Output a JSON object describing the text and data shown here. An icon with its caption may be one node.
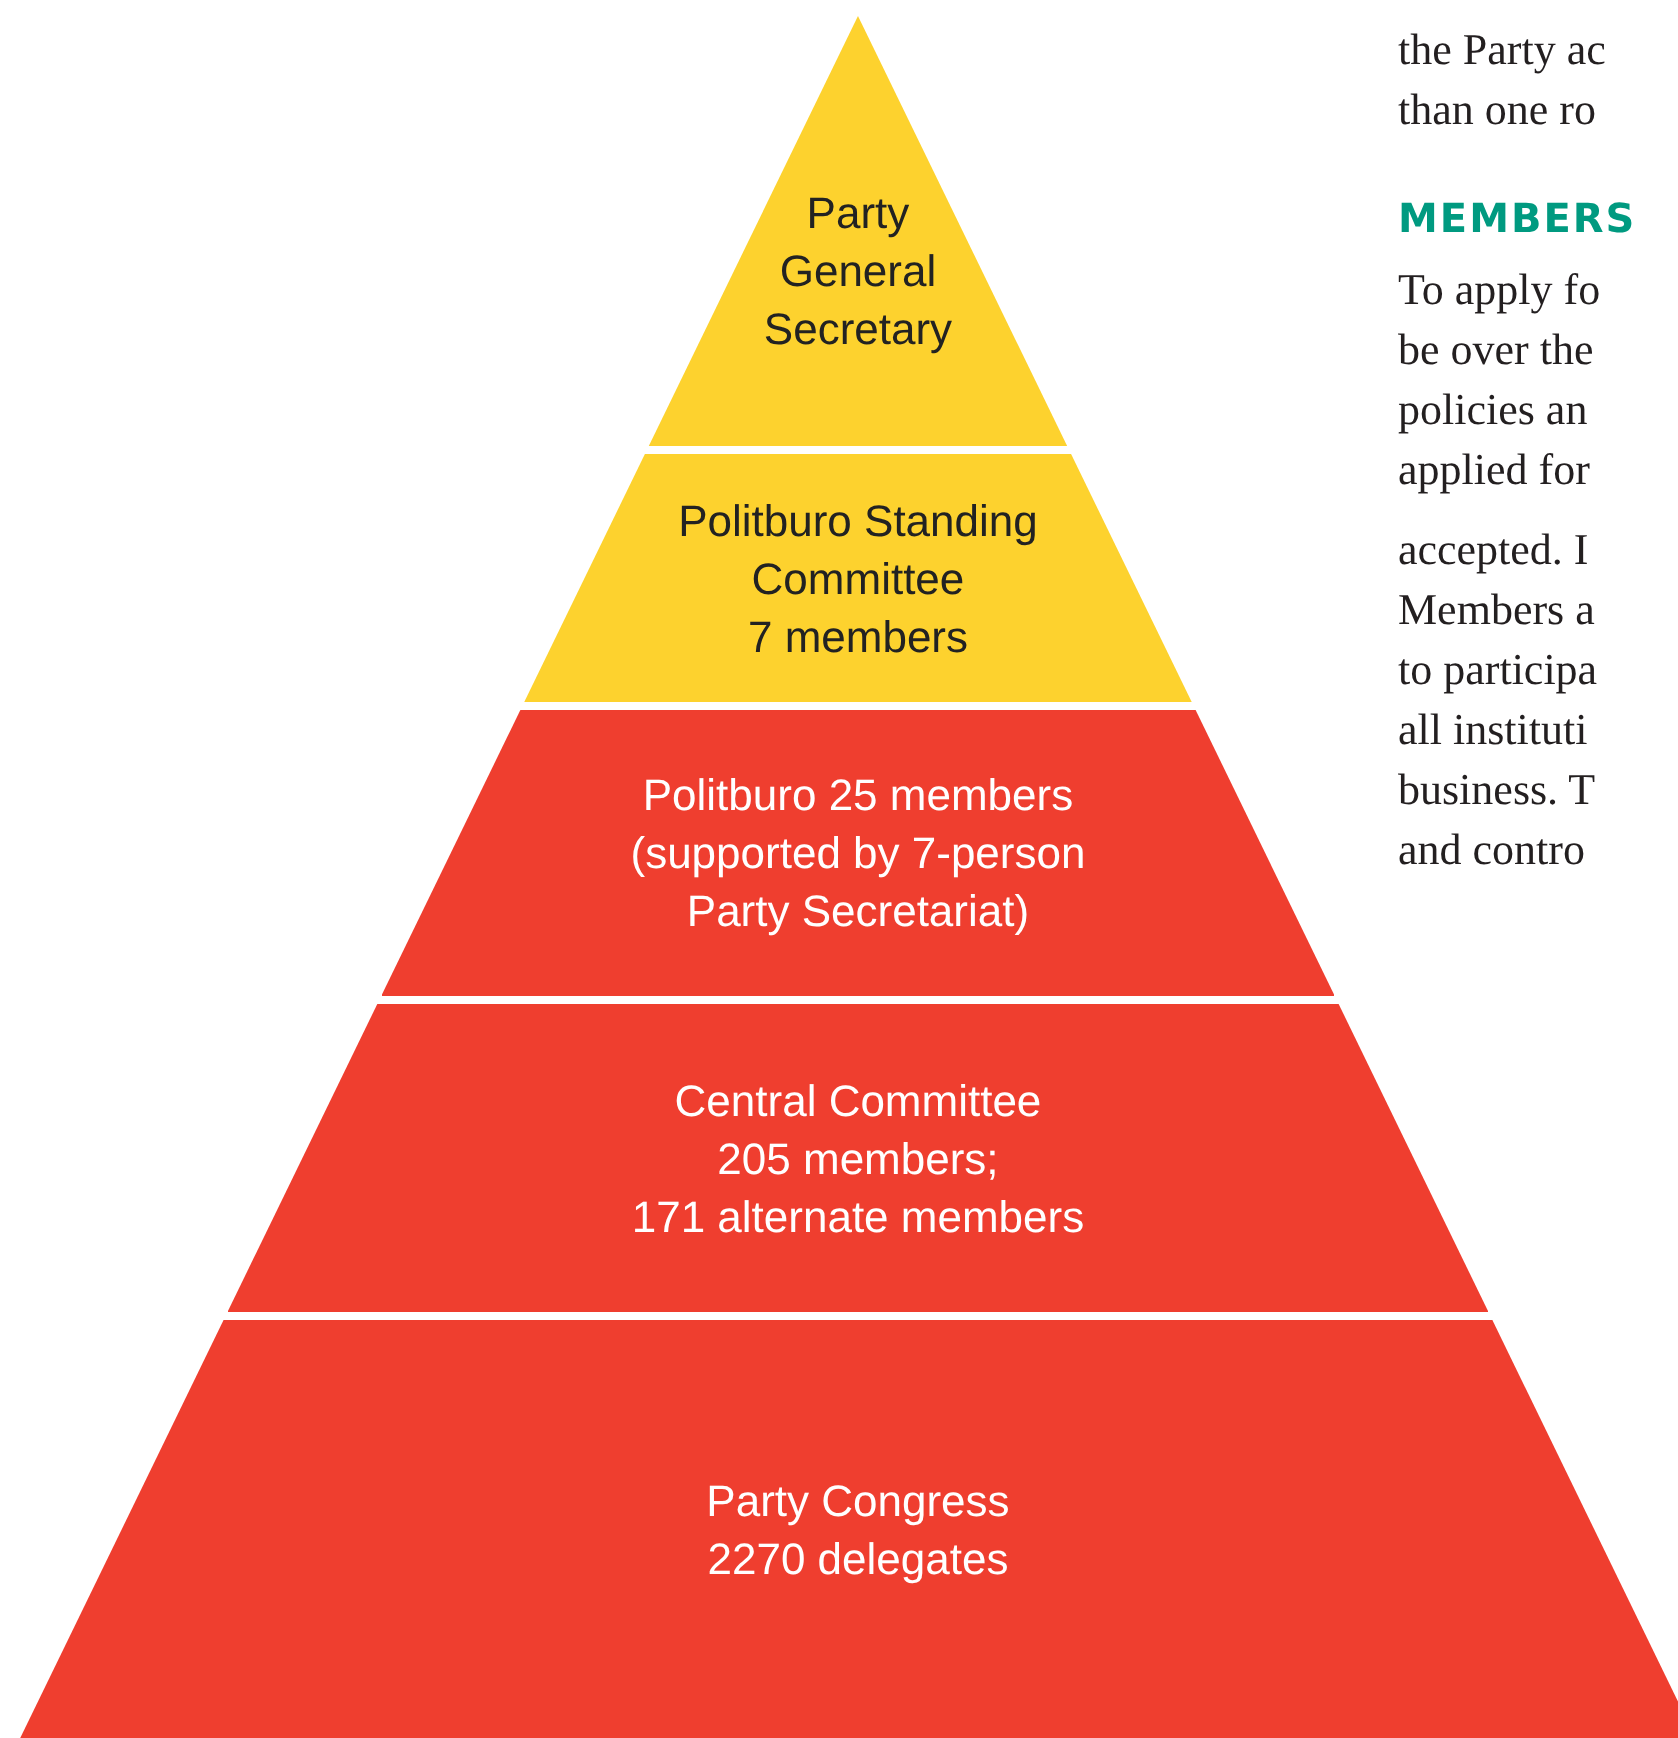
{
  "diagram": {
    "nodes": [
      {
        "text": [
          "Party General Secretary"
        ]
      },
      {
        "text": [
          "Politburo Standing Committee",
          "7 members"
        ]
      },
      {
        "text": [
          "Politburo 25 members (supported by 7-person Party Secretariat)"
        ]
      },
      {
        "text": [
          "Central Committee",
          "205 members;",
          "171 alternate members"
        ]
      },
      {
        "text": [
          "Party Congress",
          "2270 delegates"
        ]
      }
    ],
    "labels": [
      "the Party ac",
      "than one ro",
      "MEMBERS",
      "To apply fo",
      "be over the",
      "policies an",
      "applied for",
      "accepted. I",
      "Members a",
      "to participa",
      "all instituti",
      "business. T",
      "and contro"
    ]
  }
}
